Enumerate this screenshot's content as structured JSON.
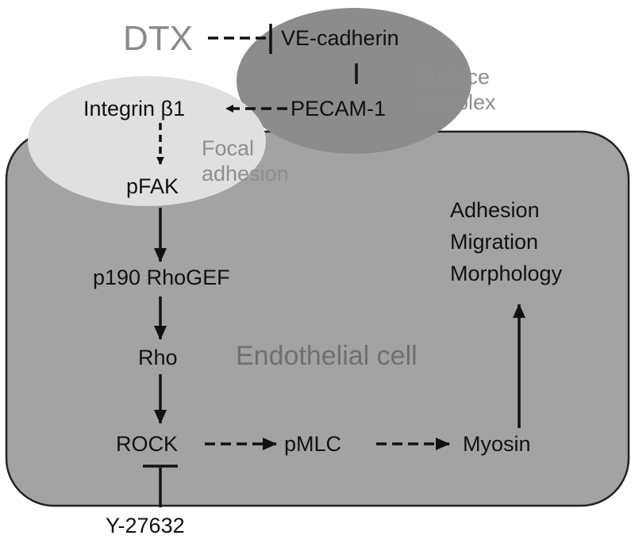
{
  "nodes": {
    "dtx": "DTX",
    "ve_cadherin": "VE-cadherin",
    "pecam1": "PECAM-1",
    "integrin_b1": "Integrin β1",
    "pfak": "pFAK",
    "p190_rhogef": "p190 RhoGEF",
    "rho": "Rho",
    "rock": "ROCK",
    "pmlc": "pMLC",
    "myosin": "Myosin",
    "y27632": "Y-27632"
  },
  "regions": {
    "surface_line1": "Surface",
    "surface_line2": "complex",
    "focal_line1": "Focal",
    "focal_line2": "adhesion",
    "cell": "Endothelial cell"
  },
  "outcomes": {
    "line1": "Adhesion",
    "line2": "Migration",
    "line3": "Morphology"
  },
  "colors": {
    "cell_fill": "#a3a3a3",
    "surface_complex_fill": "#8c8c8c",
    "focal_adhesion_fill": "#e0e0e0",
    "region_label": "#8e8e8e",
    "arrow": "#111111"
  },
  "edges": [
    {
      "from": "DTX",
      "to": "VE-cadherin",
      "style": "dashed",
      "head": "inhibit"
    },
    {
      "from": "VE-cadherin",
      "to": "PECAM-1",
      "style": "solid",
      "head": "none"
    },
    {
      "from": "PECAM-1",
      "to": "Integrin β1",
      "style": "dashed",
      "head": "arrow"
    },
    {
      "from": "Integrin β1",
      "to": "pFAK",
      "style": "dashed",
      "head": "arrow"
    },
    {
      "from": "pFAK",
      "to": "p190 RhoGEF",
      "style": "solid",
      "head": "arrow"
    },
    {
      "from": "p190 RhoGEF",
      "to": "Rho",
      "style": "solid",
      "head": "arrow"
    },
    {
      "from": "Rho",
      "to": "ROCK",
      "style": "solid",
      "head": "arrow"
    },
    {
      "from": "ROCK",
      "to": "pMLC",
      "style": "dashed",
      "head": "arrow"
    },
    {
      "from": "pMLC",
      "to": "Myosin",
      "style": "dashed",
      "head": "arrow"
    },
    {
      "from": "Myosin",
      "to": "Adhesion / Migration / Morphology",
      "style": "solid",
      "head": "arrow"
    },
    {
      "from": "Y-27632",
      "to": "ROCK",
      "style": "solid",
      "head": "inhibit"
    }
  ]
}
